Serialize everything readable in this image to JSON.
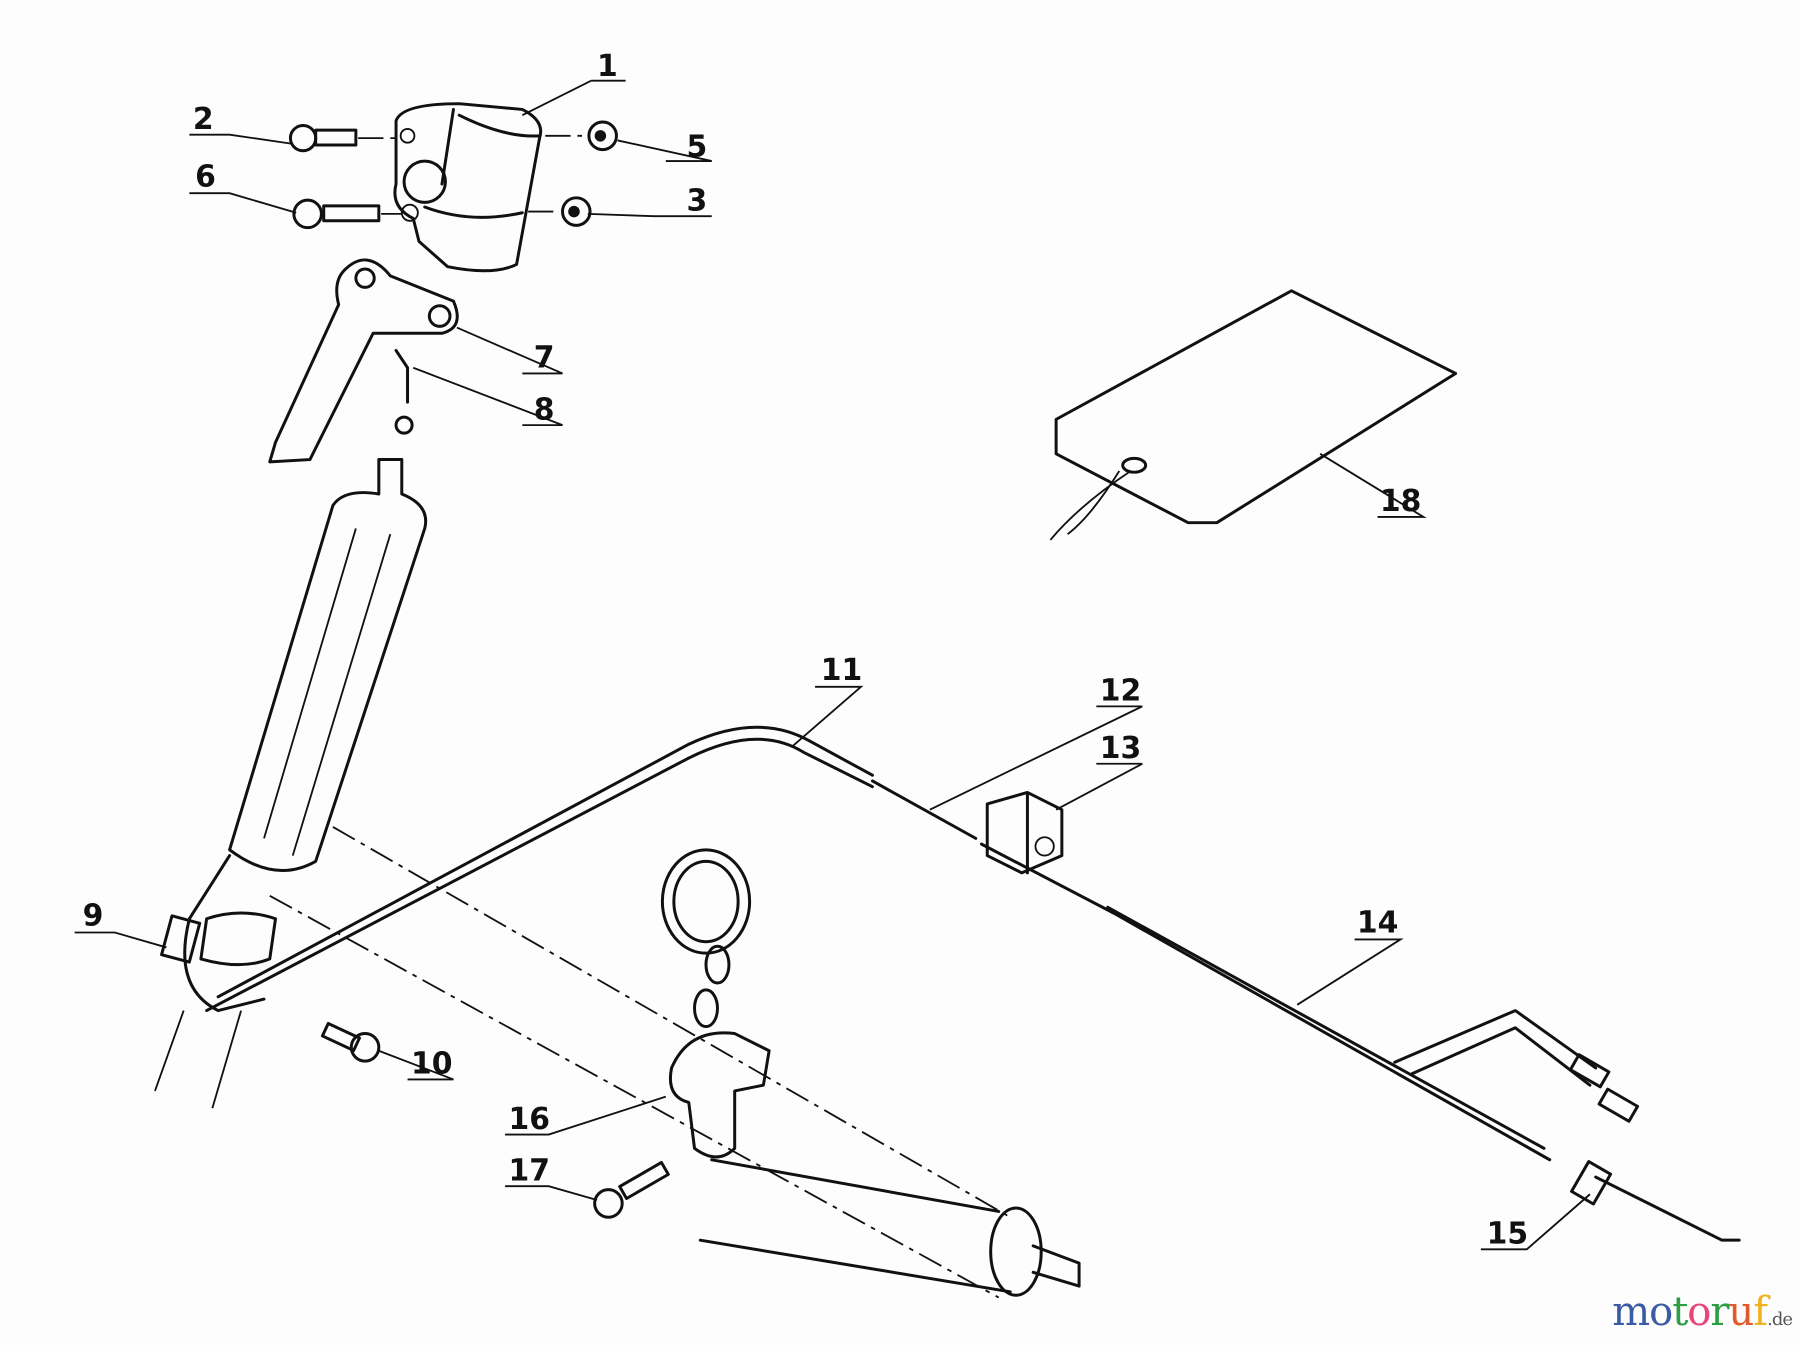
{
  "diagram": {
    "part_labels": [
      "1",
      "2",
      "3",
      "5",
      "6",
      "7",
      "8",
      "9",
      "10",
      "11",
      "12",
      "13",
      "14",
      "15",
      "16",
      "17",
      "18"
    ],
    "watermark": {
      "text": "motoruf",
      "suffix": ".de",
      "colors": [
        "#3b5ba5",
        "#3b5ba5",
        "#2e9e44",
        "#e8457a",
        "#2e9e44",
        "#e05a2a",
        "#f0b020"
      ]
    }
  }
}
